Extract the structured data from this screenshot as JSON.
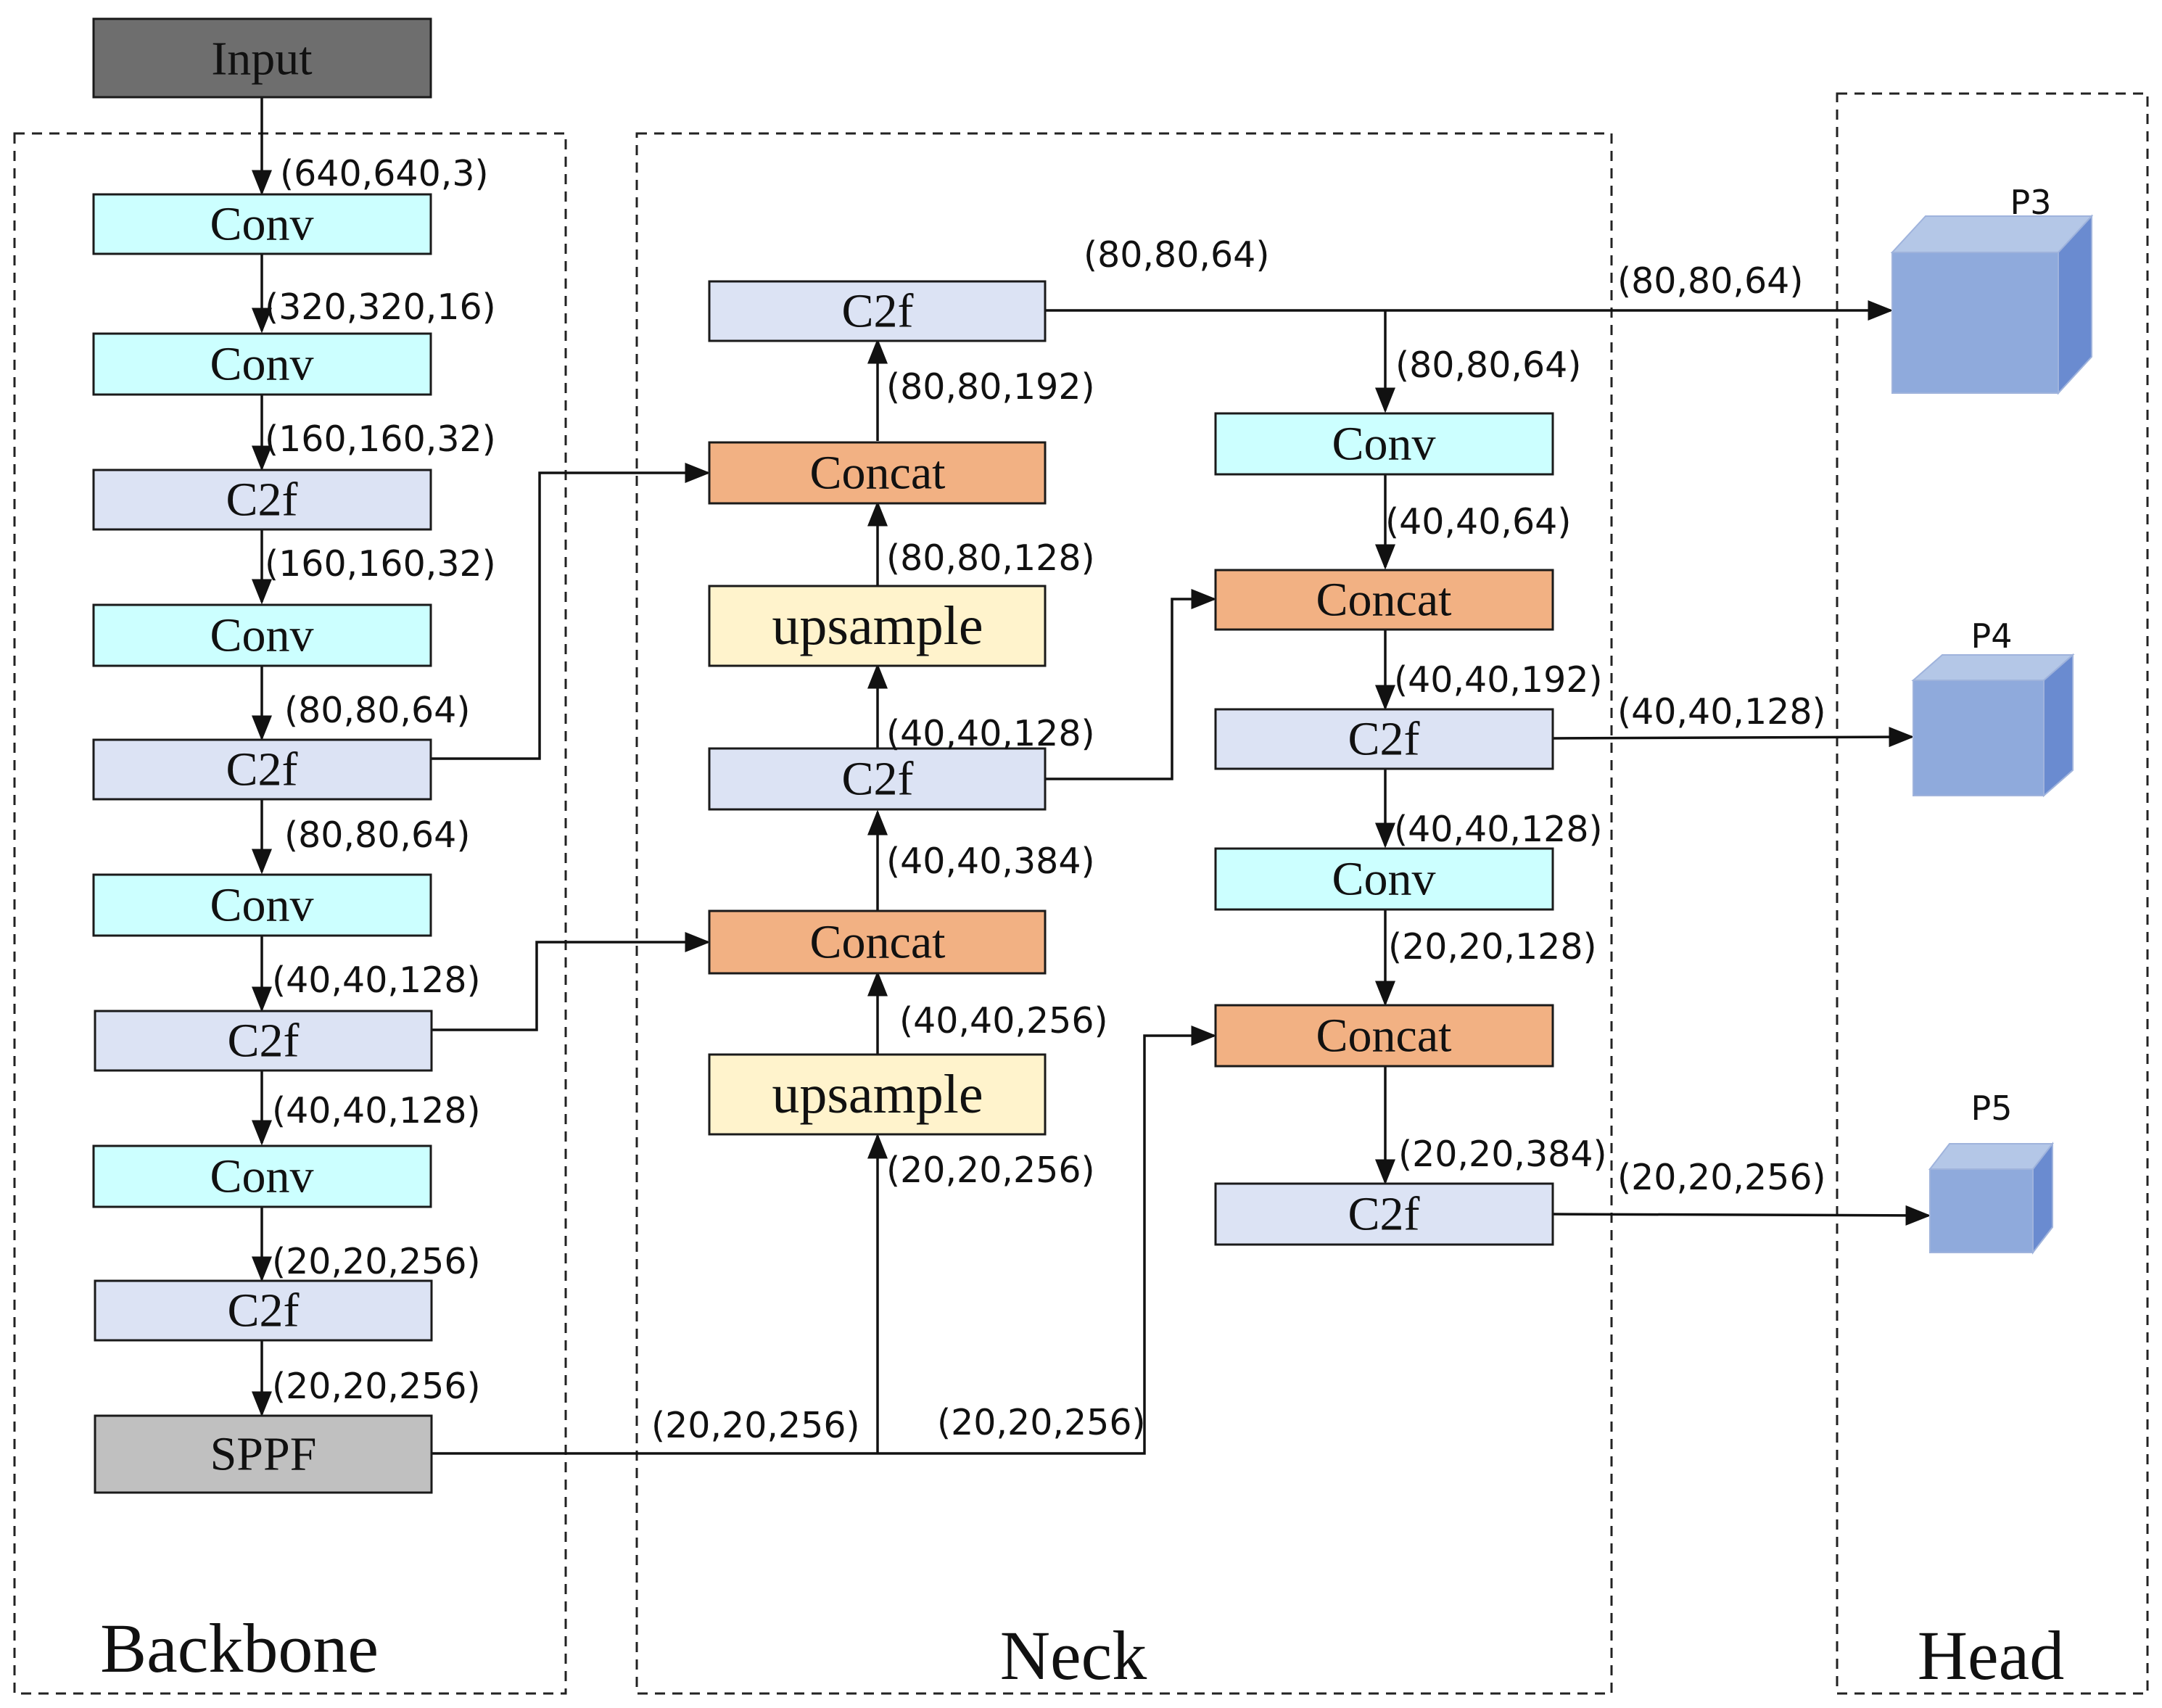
{
  "colors": {
    "input": "#6e6e6e",
    "conv": "#ccffff",
    "c2f": "#dce3f4",
    "concat": "#f2b183",
    "upsample": "#fff3cc",
    "sppf": "#c0c0c0",
    "cube_front": "#8faadc",
    "cube_top": "#b4c7e7",
    "cube_side": "#6a8bd0"
  },
  "regions": {
    "backbone": "Backbone",
    "neck": "Neck",
    "head": "Head"
  },
  "nodes": {
    "input": "Input",
    "b_conv1": "Conv",
    "b_conv2": "Conv",
    "b_c2f1": "C2f",
    "b_conv3": "Conv",
    "b_c2f2": "C2f",
    "b_conv4": "Conv",
    "b_c2f3": "C2f",
    "b_conv5": "Conv",
    "b_c2f4": "C2f",
    "b_sppf": "SPPF",
    "n_c2f_top": "C2f",
    "n_concat1": "Concat",
    "n_upsample1": "upsample",
    "n_c2f_mid": "C2f",
    "n_concat2": "Concat",
    "n_upsample2": "upsample",
    "r_conv1": "Conv",
    "r_concat1": "Concat",
    "r_c2f1": "C2f",
    "r_conv2": "Conv",
    "r_concat2": "Concat",
    "r_c2f2": "C2f"
  },
  "dims": {
    "d01": "(640,640,3)",
    "d02": "(320,320,16)",
    "d03": "(160,160,32)",
    "d04": "(160,160,32)",
    "d05": "(80,80,64)",
    "d06": "(80,80,64)",
    "d07": "(40,40,128)",
    "d08": "(40,40,128)",
    "d09": "(20,20,256)",
    "d10": "(20,20,256)",
    "d11": "(20,20,256)",
    "d12": "(20,20,256)",
    "d13": "(20,20,256)",
    "d14": "(40,40,256)",
    "d15": "(40,40,384)",
    "d16": "(40,40,128)",
    "d17": "(80,80,128)",
    "d18": "(80,80,192)",
    "d19": "(80,80,64)",
    "d20": "(80,80,64)",
    "d21": "(80,80,64)",
    "d22": "(40,40,64)",
    "d23": "(40,40,192)",
    "d24": "(40,40,128)",
    "d25": "(40,40,128)",
    "d26": "(20,20,128)",
    "d27": "(20,20,384)",
    "d28": "(20,20,256)"
  },
  "head": {
    "p3": "P3",
    "p4": "P4",
    "p5": "P5"
  }
}
